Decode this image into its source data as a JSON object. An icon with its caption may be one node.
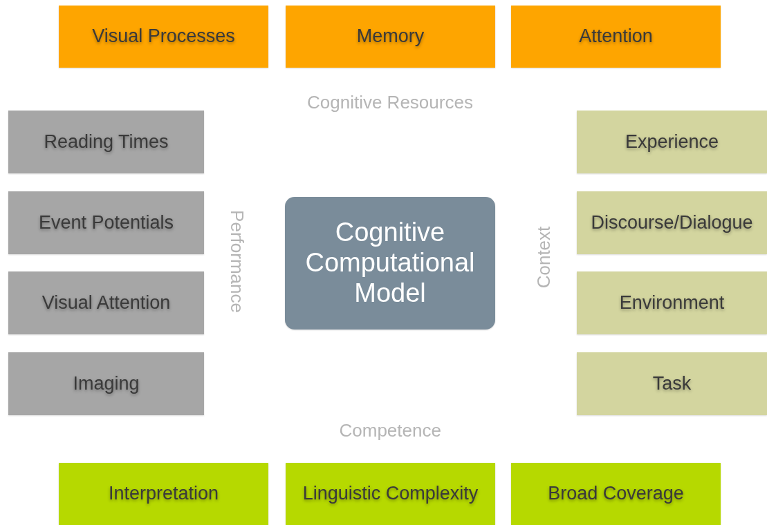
{
  "diagram": {
    "nodes": [
      {
        "text": [
          "Visual Processes"
        ]
      },
      {
        "text": [
          "Memory"
        ]
      },
      {
        "text": [
          "Attention"
        ]
      },
      {
        "text": [
          "Reading Times"
        ]
      },
      {
        "text": [
          "Event Potentials"
        ]
      },
      {
        "text": [
          "Visual Attention"
        ]
      },
      {
        "text": [
          "Imaging"
        ]
      },
      {
        "text": [
          "Cognitive Computational Model"
        ]
      },
      {
        "text": [
          "Experience"
        ]
      },
      {
        "text": [
          "Discourse/Dialogue"
        ]
      },
      {
        "text": [
          "Environment"
        ]
      },
      {
        "text": [
          "Task"
        ]
      },
      {
        "text": [
          "Interpretation"
        ]
      },
      {
        "text": [
          "Linguistic Complexity"
        ]
      },
      {
        "text": [
          "Broad Coverage"
        ]
      }
    ],
    "labels": [
      "Cognitive Resources",
      "Performance",
      "Context",
      "Competence"
    ]
  }
}
